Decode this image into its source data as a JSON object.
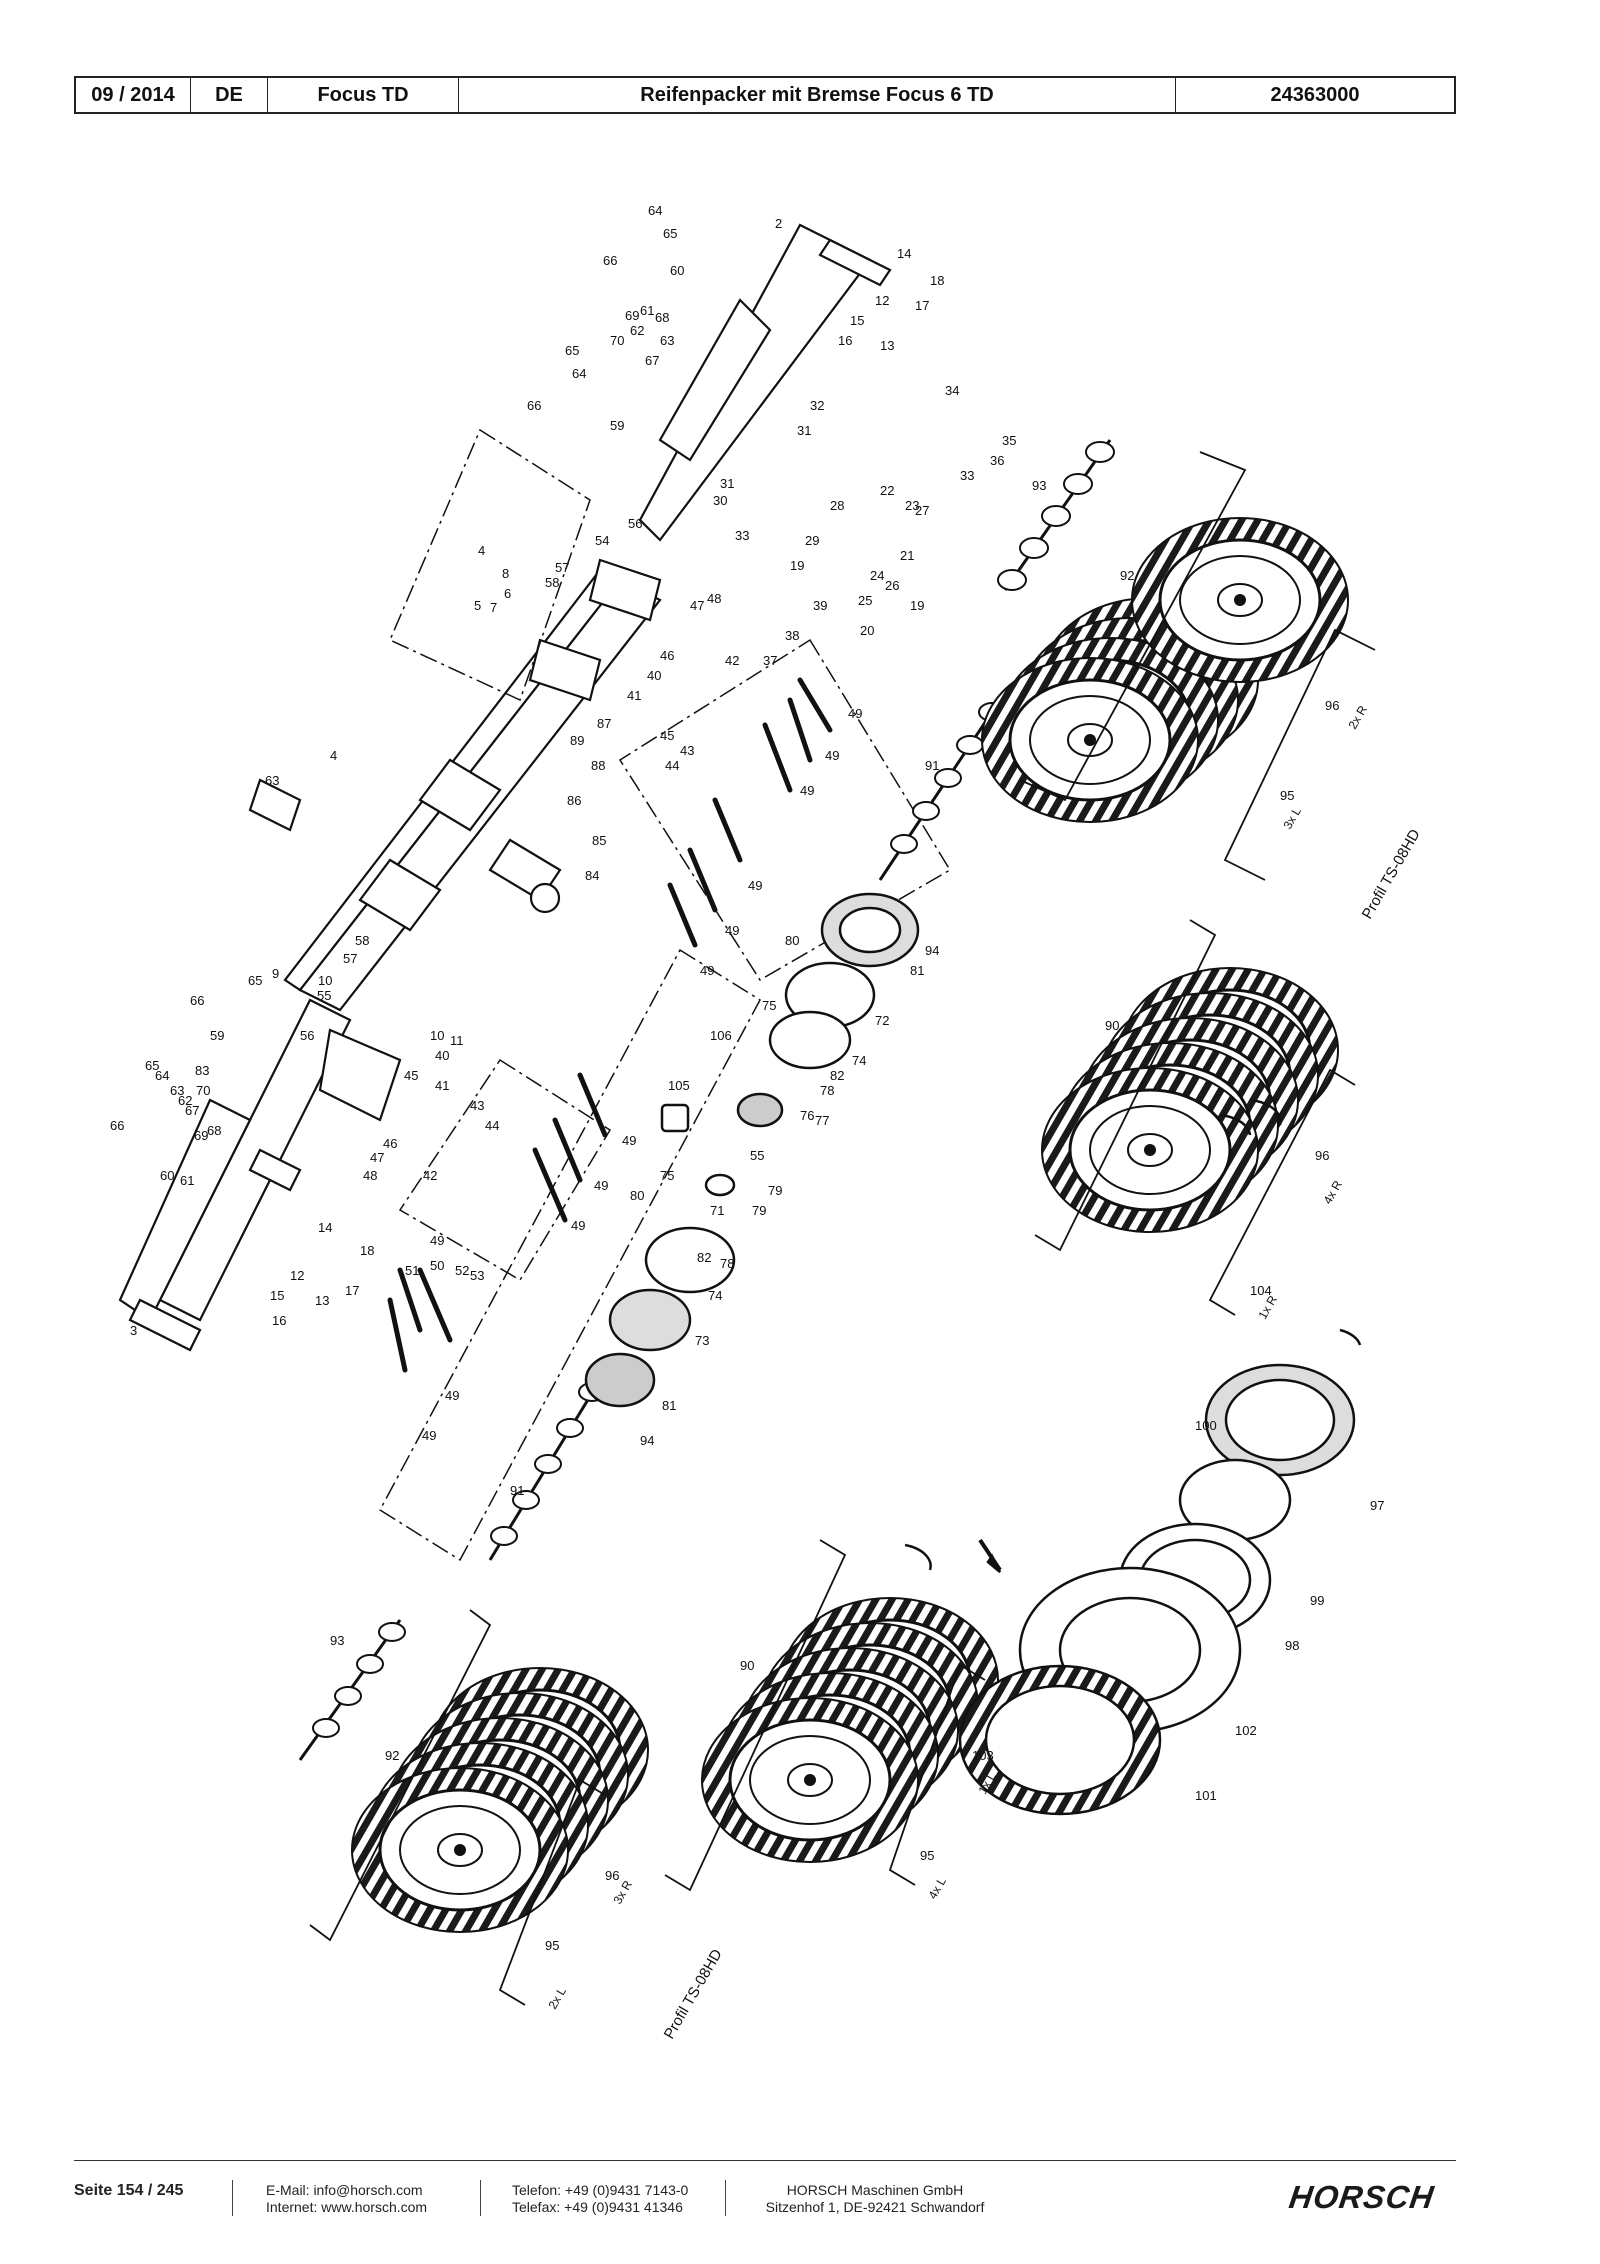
{
  "header": {
    "date": "09 / 2014",
    "lang": "DE",
    "model": "Focus TD",
    "title": "Reifenpacker mit Bremse Focus 6 TD",
    "doc_number": "24363000"
  },
  "drawing": {
    "profile_label": "Profil TS-08HD",
    "callouts": {
      "p2": "2",
      "p3": "3",
      "p4": "4",
      "p5": "5",
      "p6": "6",
      "p7": "7",
      "p8": "8",
      "p9": "9",
      "p10": "10",
      "p11": "11",
      "p12": "12",
      "p13": "13",
      "p14": "14",
      "p15": "15",
      "p16": "16",
      "p17": "17",
      "p18": "18",
      "p19": "19",
      "p20": "20",
      "p21": "21",
      "p22": "22",
      "p23": "23",
      "p24": "24",
      "p25": "25",
      "p26": "26",
      "p27": "27",
      "p28": "28",
      "p29": "29",
      "p30": "30",
      "p31": "31",
      "p32": "32",
      "p33": "33",
      "p34": "34",
      "p35": "35",
      "p36": "36",
      "p37": "37",
      "p38": "38",
      "p39": "39",
      "p40": "40",
      "p41": "41",
      "p42": "42",
      "p43": "43",
      "p44": "44",
      "p45": "45",
      "p46": "46",
      "p47": "47",
      "p48": "48",
      "p49": "49",
      "p50": "50",
      "p51": "51",
      "p52": "52",
      "p53": "53",
      "p54": "54",
      "p55": "55",
      "p56": "56",
      "p57": "57",
      "p58": "58",
      "p59": "59",
      "p60": "60",
      "p61": "61",
      "p62": "62",
      "p63": "63",
      "p64": "64",
      "p65": "65",
      "p66": "66",
      "p67": "67",
      "p68": "68",
      "p69": "69",
      "p70": "70",
      "p71": "71",
      "p72": "72",
      "p73": "73",
      "p74": "74",
      "p75": "75",
      "p76": "76",
      "p77": "77",
      "p78": "78",
      "p79": "79",
      "p80": "80",
      "p81": "81",
      "p82": "82",
      "p83": "83",
      "p84": "84",
      "p85": "85",
      "p86": "86",
      "p87": "87",
      "p88": "88",
      "p89": "89",
      "p90": "90",
      "p91": "91",
      "p92": "92",
      "p93": "93",
      "p94": "94",
      "p95": "95",
      "p96": "96",
      "p97": "97",
      "p98": "98",
      "p99": "99",
      "p100": "100",
      "p101": "101",
      "p102": "102",
      "p103": "103",
      "p104": "104",
      "p105": "105",
      "p106": "106"
    },
    "qty": {
      "q_3xL": "3x L",
      "q_2xR": "2x R",
      "q_4xR": "4x R",
      "q_1xR": "1x R",
      "q_3xR": "3x R",
      "q_2xL": "2x L",
      "q_4xL": "4x L",
      "q_1xL": "1x L"
    }
  },
  "footer": {
    "page": "Seite 154 / 245",
    "email": "E-Mail: info@horsch.com",
    "internet": "Internet: www.horsch.com",
    "phone": "Telefon: +49 (0)9431 7143-0",
    "fax": "Telefax: +49 (0)9431 41346",
    "company": "HORSCH Maschinen GmbH",
    "address": "Sitzenhof 1, DE-92421 Schwandorf",
    "logo_text": "HORSCH"
  }
}
